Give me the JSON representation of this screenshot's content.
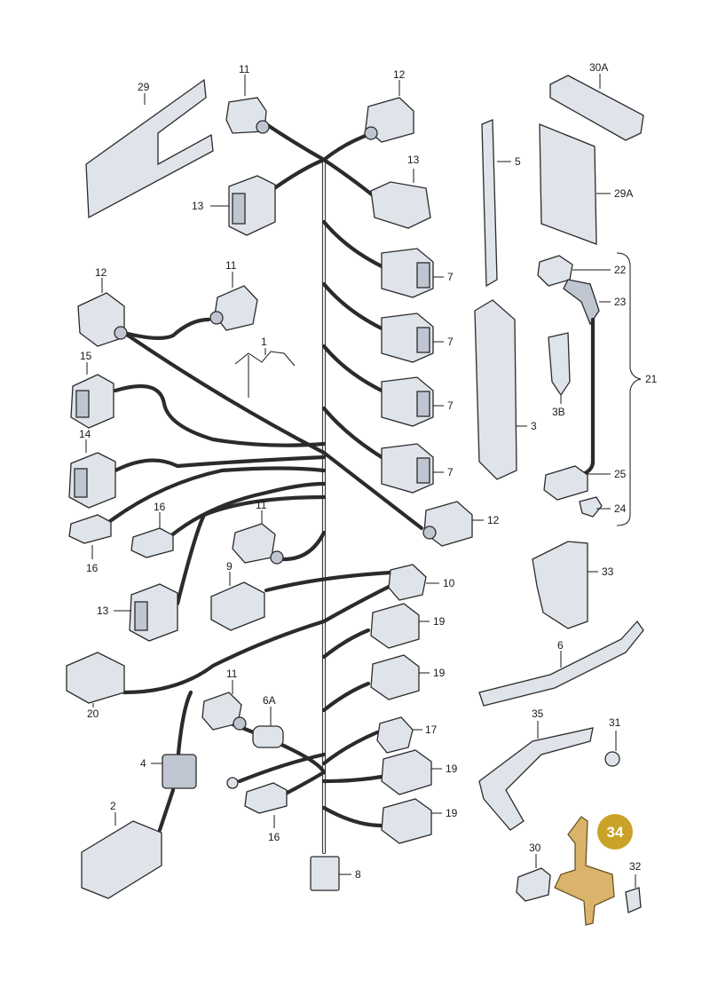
{
  "callouts": {
    "c29": "29",
    "c30A": "30A",
    "c5": "5",
    "c29A": "29A",
    "c22": "22",
    "c23": "23",
    "c21": "21",
    "c3B": "3B",
    "c3": "3",
    "c25": "25",
    "c24": "24",
    "c33": "33",
    "c6": "6",
    "c35": "35",
    "c31": "31",
    "c30": "30",
    "c32": "32",
    "c11a": "11",
    "c12a": "12",
    "c13a": "13",
    "c13b": "13",
    "c7a": "7",
    "c7b": "7",
    "c7c": "7",
    "c7d": "7",
    "c12b": "12",
    "c11b": "11",
    "c1": "1",
    "c15": "15",
    "c14": "14",
    "c16a": "16",
    "c16b": "16",
    "c13c": "13",
    "c11c": "11",
    "c9": "9",
    "c12c": "12",
    "c10": "10",
    "c19a": "19",
    "c19b": "19",
    "c20": "20",
    "c11d": "11",
    "c6A": "6A",
    "c17": "17",
    "c4": "4",
    "c19c": "19",
    "c19d": "19",
    "c2": "2",
    "c16c": "16",
    "c8": "8"
  },
  "highlight": {
    "label": "34",
    "color": "#c9a227"
  }
}
